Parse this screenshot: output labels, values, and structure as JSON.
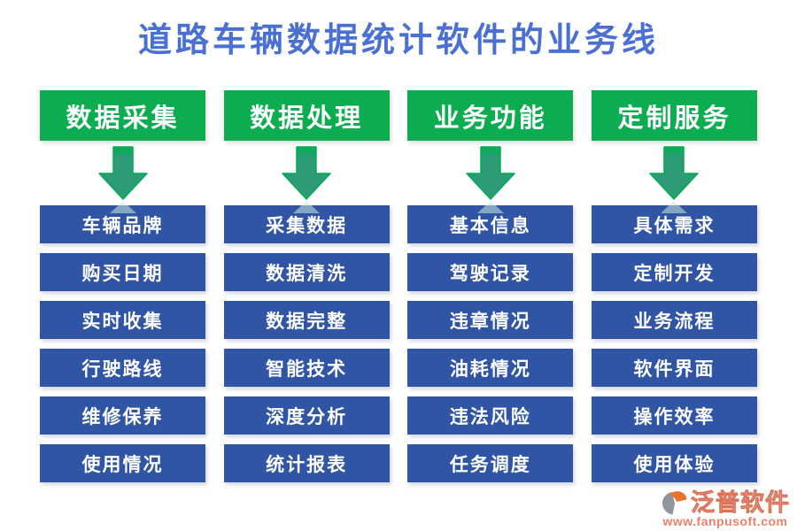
{
  "title": {
    "text": "道路车辆数据统计软件的业务线"
  },
  "colors": {
    "title": "#4a70d4",
    "header_green": "#0cad50",
    "arrow_teal": "#2e9b77",
    "arrow_bright_green": "#00b050",
    "box_blue": "#2f55a4",
    "box_text": "#ffffff",
    "brand_gray": "#d2d5dc",
    "url_salmon": "#e9826d",
    "logo_orange": "#e8742c",
    "logo_gray": "#9096a0"
  },
  "columns": [
    {
      "header": "数据采集",
      "items": [
        "车辆品牌",
        "购买日期",
        "实时收集",
        "行驶路线",
        "维修保养",
        "使用情况"
      ]
    },
    {
      "header": "数据处理",
      "items": [
        "采集数据",
        "数据清洗",
        "数据完整",
        "智能技术",
        "深度分析",
        "统计报表"
      ]
    },
    {
      "header": "业务功能",
      "items": [
        "基本信息",
        "驾驶记录",
        "违章情况",
        "油耗情况",
        "违法风险",
        "任务调度"
      ]
    },
    {
      "header": "定制服务",
      "items": [
        "具体需求",
        "定制开发",
        "业务流程",
        "软件界面",
        "操作效率",
        "使用体验"
      ]
    }
  ],
  "watermark": {
    "brand": "泛普软件",
    "url": "www.fanpusoft.com"
  }
}
